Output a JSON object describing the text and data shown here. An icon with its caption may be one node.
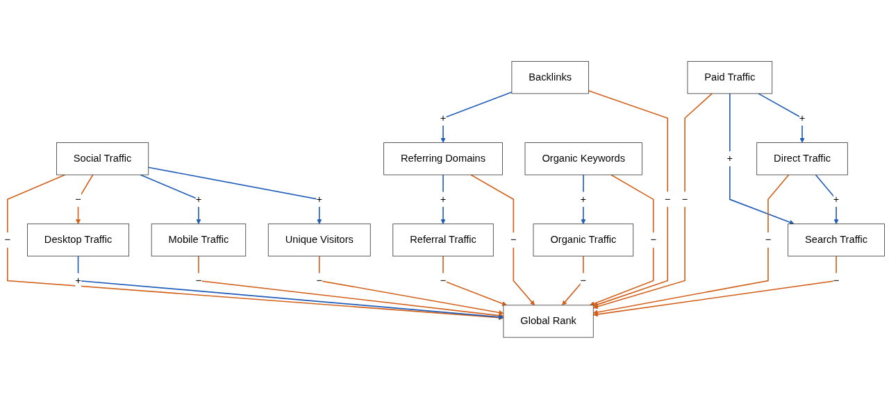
{
  "diagram": {
    "nodes": [
      {
        "text": [
          "Social Traffic"
        ]
      },
      {
        "text": [
          "Unique Visitors"
        ]
      },
      {
        "text": [
          "Paid Traffic"
        ]
      },
      {
        "text": [
          "Direct Traffic"
        ]
      },
      {
        "text": [
          "Mobile Traffic"
        ]
      },
      {
        "text": [
          "Search Traffic"
        ]
      },
      {
        "text": [
          "Global Rank"
        ]
      },
      {
        "text": [
          "Desktop Traffic"
        ]
      },
      {
        "text": [
          "Organic Keywords"
        ]
      },
      {
        "text": [
          "Backlinks"
        ]
      },
      {
        "text": [
          "Referring Domains"
        ]
      },
      {
        "text": [
          "Referral Traffic"
        ]
      },
      {
        "text": [
          "Organic Traffic"
        ]
      }
    ],
    "edges": [
      {
        "from": 0,
        "to": 1,
        "arrow": "to",
        "label": "+",
        "color": "#1f5cb8"
      },
      {
        "from": 2,
        "to": 3,
        "arrow": "to",
        "label": "+",
        "color": "#1f5cb8"
      },
      {
        "from": 2,
        "to": 5,
        "arrow": "to",
        "label": "+",
        "color": "#1f5cb8"
      },
      {
        "from": 3,
        "to": 5,
        "arrow": "to",
        "label": "+",
        "color": "#1f5cb8"
      },
      {
        "from": 0,
        "to": 4,
        "arrow": "to",
        "label": "+",
        "color": "#1f5cb8"
      },
      {
        "from": 0,
        "to": 7,
        "arrow": "to",
        "label": "−"
      },
      {
        "from": 0,
        "to": 6,
        "arrow": "to",
        "label": "−"
      },
      {
        "from": 1,
        "to": 6,
        "arrow": "to",
        "label": "−"
      },
      {
        "from": 2,
        "to": 6,
        "arrow": "to",
        "label": "−"
      },
      {
        "from": 3,
        "to": 6,
        "arrow": "to",
        "label": "−"
      },
      {
        "from": 5,
        "to": 6,
        "arrow": "to",
        "label": "−"
      },
      {
        "from": 4,
        "to": 6,
        "arrow": "to",
        "label": "−"
      },
      {
        "from": 7,
        "to": 6,
        "arrow": "to",
        "label": "+",
        "color": "#1f5cb8"
      },
      {
        "from": 8,
        "to": 6,
        "arrow": "to",
        "label": "−"
      },
      {
        "from": 8,
        "to": 12,
        "arrow": "to",
        "label": "+",
        "color": "#1f5cb8"
      },
      {
        "from": 9,
        "to": 6,
        "arrow": "to",
        "label": "−"
      },
      {
        "from": 9,
        "to": 10,
        "arrow": "to",
        "label": "+",
        "color": "#1f5cb8"
      },
      {
        "from": 10,
        "to": 6,
        "arrow": "to",
        "label": "−"
      },
      {
        "from": 10,
        "to": 11,
        "arrow": "to",
        "label": "+",
        "color": "#1f5cb8"
      },
      {
        "from": 11,
        "to": 6,
        "arrow": "to",
        "label": "−"
      },
      {
        "from": 12,
        "to": 6,
        "arrow": "to",
        "label": "−"
      }
    ]
  }
}
